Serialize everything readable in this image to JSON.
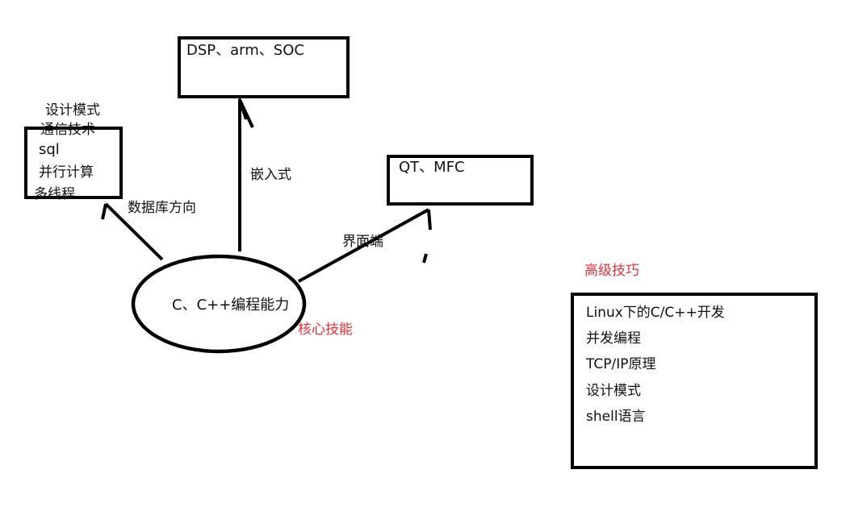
{
  "colors": {
    "ink": "#000000",
    "accent": "#e8333a"
  },
  "center": {
    "label": "C、C++编程能力",
    "tag": "核心技能"
  },
  "embedded": {
    "items": [
      "DSP、arm、SOC"
    ],
    "edge_label": "嵌入式"
  },
  "gui": {
    "items": [
      "QT、MFC"
    ],
    "edge_label": "界面端"
  },
  "backend": {
    "items": [
      "设计模式",
      "通信技术",
      "sql",
      "并行计算",
      "多线程"
    ],
    "edge_label": "数据库方向"
  },
  "advanced": {
    "title": "高级技巧",
    "items": [
      "Linux下的C/C++开发",
      "并发编程",
      "TCP/IP原理",
      "设计模式",
      "shell语言"
    ]
  }
}
